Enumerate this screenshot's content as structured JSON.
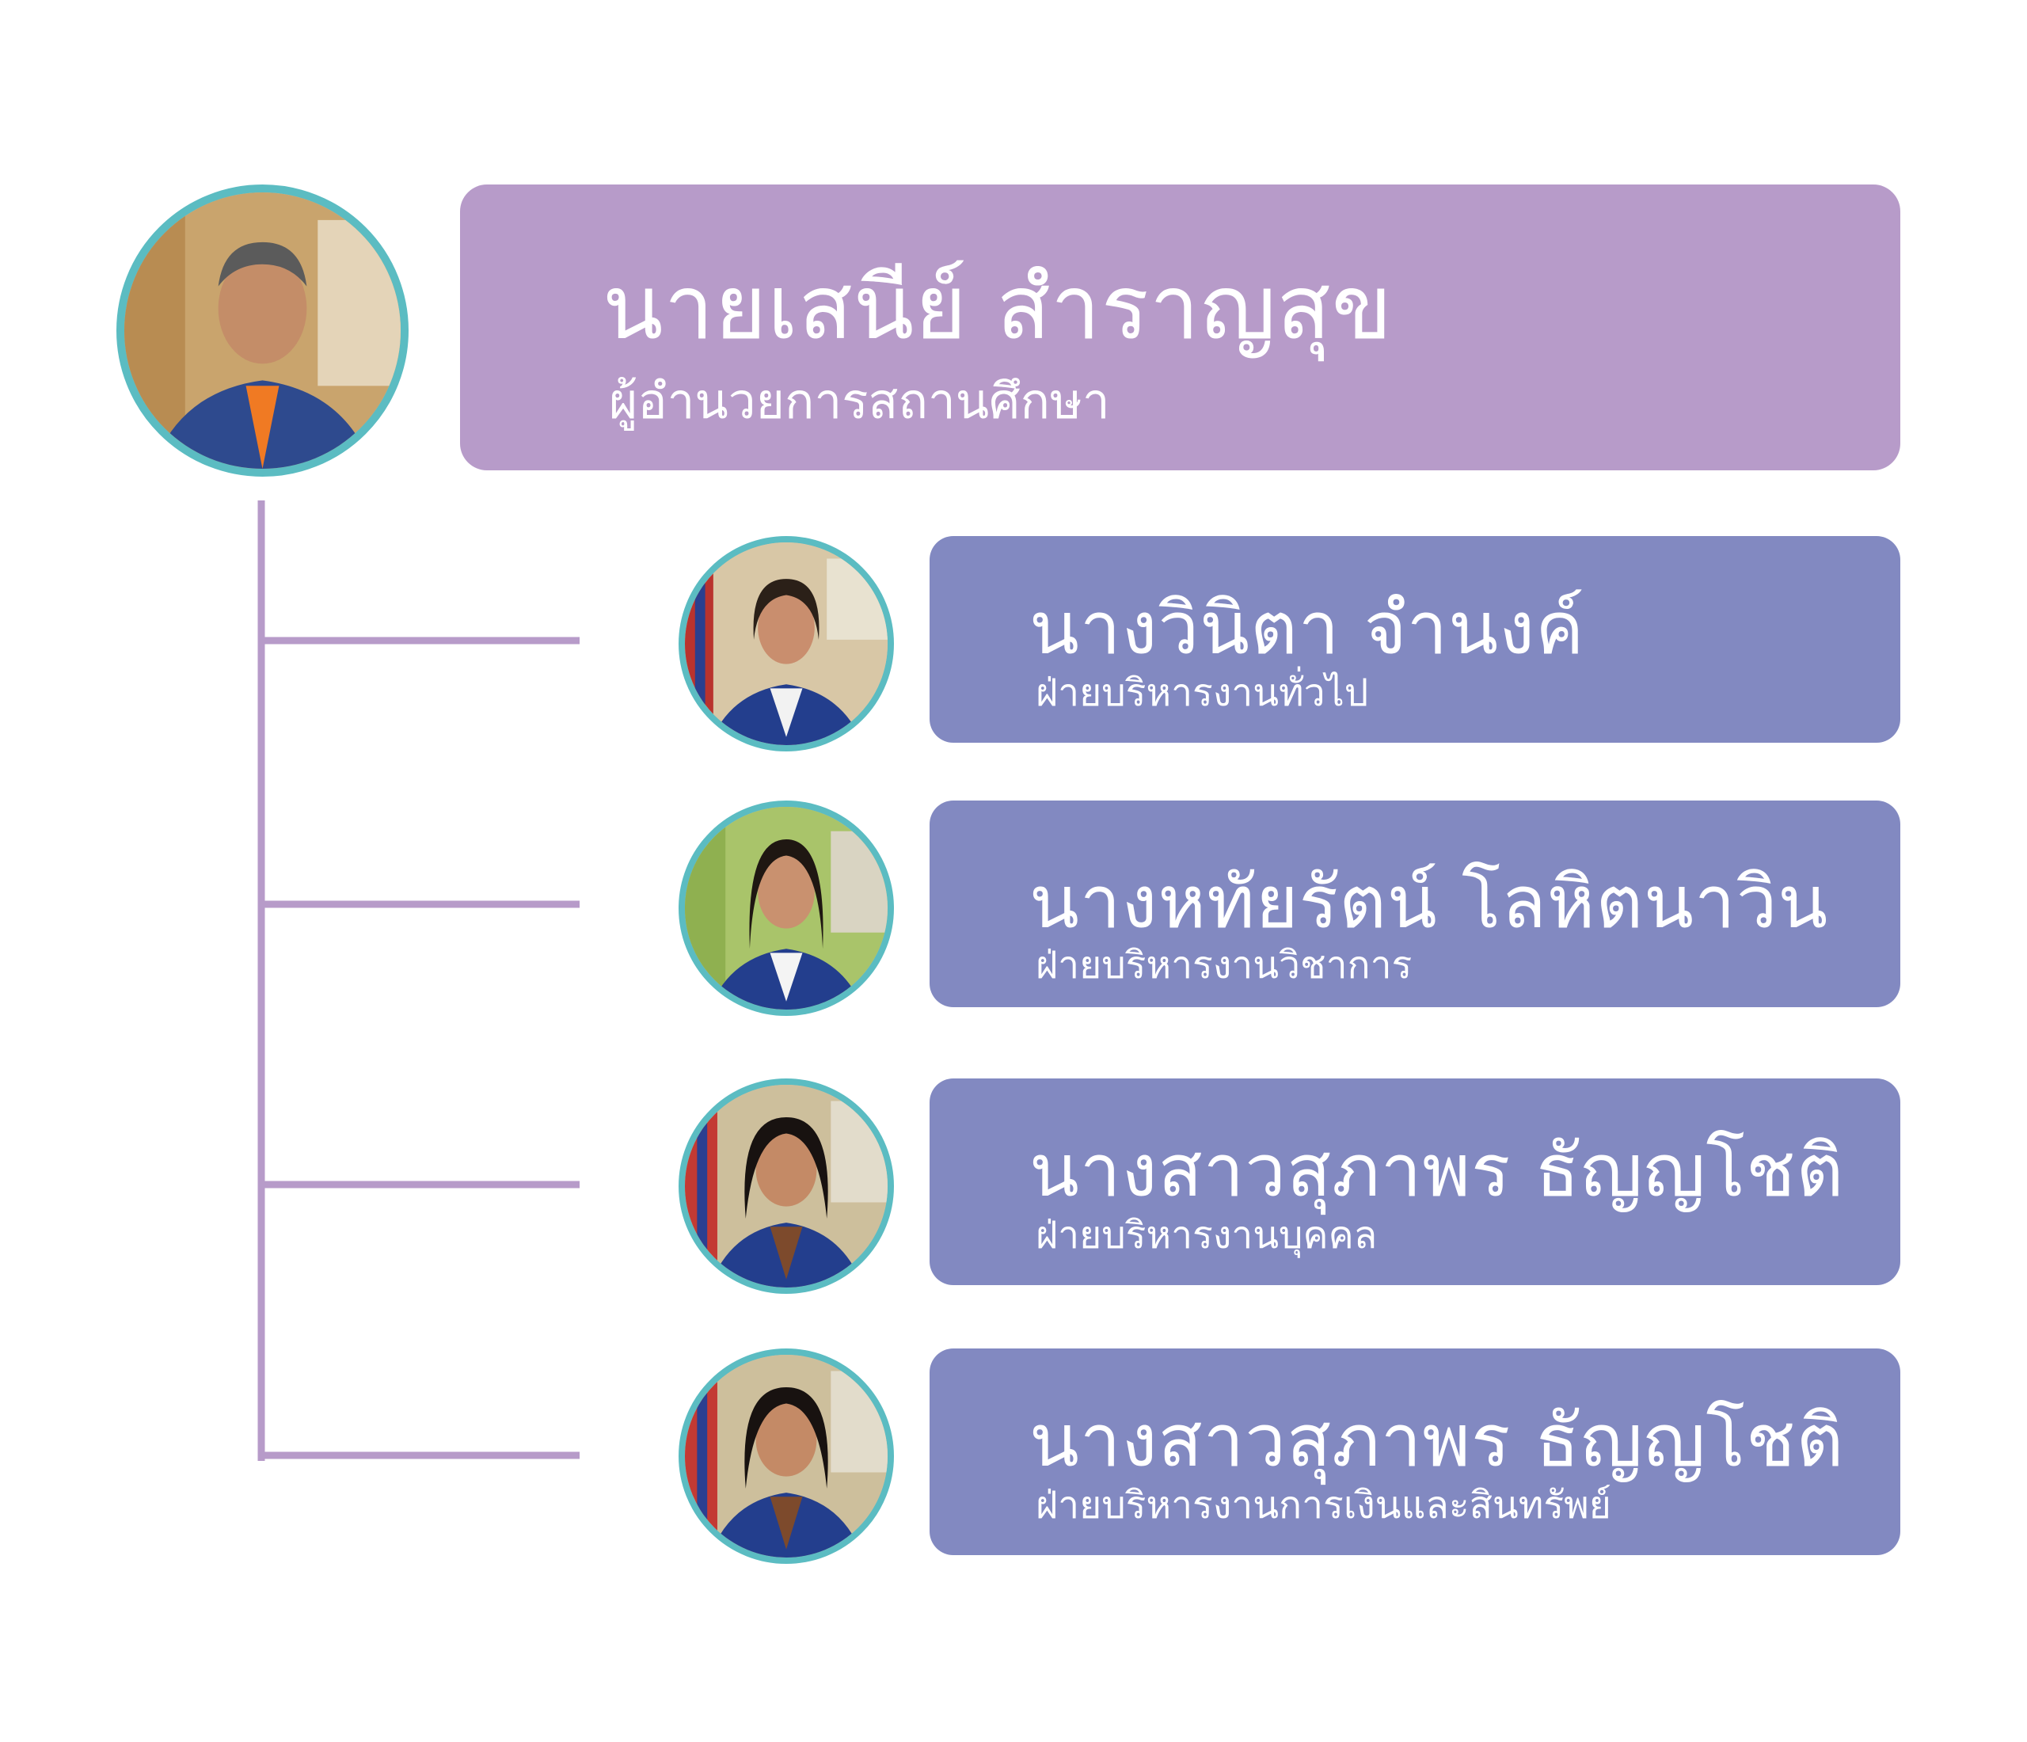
{
  "colors": {
    "director_card": "#b79bc9",
    "sub_card": "#8289c1",
    "connector_line": "#b79bc9",
    "photo_ring": "#5bbcc2",
    "text": "#ffffff"
  },
  "director": {
    "name": "นายเสนีย์  สำราญสุข",
    "role": "ผู้อำนวยการสถานศึกษา"
  },
  "departments": [
    {
      "name": "นางวินิตา  จำนงค์",
      "role": "ฝ่ายบริหารงานทั่วไป"
    },
    {
      "name": "นางหทัยรัตน์  โลหิตนาวิน",
      "role": "ฝ่ายบริหารงานวิชาการ"
    },
    {
      "name": "นางสาวสุภาพร ธัญญโชติ",
      "role": "ฝ่ายบริหารงานบุคคล"
    },
    {
      "name": "นางสาวสุภาพร ธัญญโชติ",
      "role": "ฝ่ายบริหารงานการเงินและสินทรัพย์"
    }
  ]
}
